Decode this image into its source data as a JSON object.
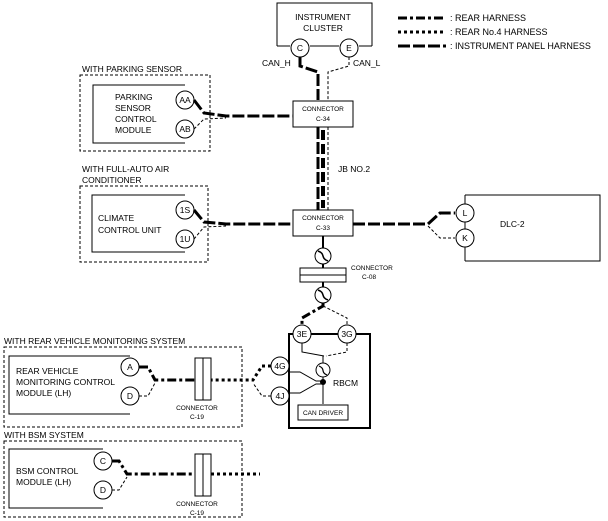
{
  "legend": {
    "rear": ": REAR HARNESS",
    "rear4": ": REAR No.4 HARNESS",
    "panel": ": INSTRUMENT PANEL HARNESS"
  },
  "instrument_cluster": {
    "line1": "INSTRUMENT",
    "line2": "CLUSTER",
    "pin_c": "C",
    "pin_e": "E",
    "can_h": "CAN_H",
    "can_l": "CAN_L"
  },
  "parking": {
    "group": "WITH PARKING SENSOR",
    "line1": "PARKING",
    "line2": "SENSOR",
    "line3": "CONTROL",
    "line4": "MODULE",
    "pin_aa": "AA",
    "pin_ab": "AB"
  },
  "climate": {
    "group1": "WITH FULL-AUTO AIR",
    "group2": "CONDITIONER",
    "line1": "CLIMATE",
    "line2": "CONTROL UNIT",
    "pin_1s": "1S",
    "pin_1u": "1U"
  },
  "connectors": {
    "c34_a": "CONNECTOR",
    "c34_b": "C-34",
    "c33_a": "CONNECTOR",
    "c33_b": "C-33",
    "c08_a": "CONNECTOR",
    "c08_b": "C-08",
    "c19a_a": "CONNECTOR",
    "c19a_b": "C-19",
    "c19b_a": "CONNECTOR",
    "c19b_b": "C-19",
    "jb": "JB NO.2"
  },
  "dlc": {
    "label": "DLC-2",
    "pin_l": "L",
    "pin_k": "K"
  },
  "rbcm": {
    "label": "RBCM",
    "pin_3e": "3E",
    "pin_3g": "3G",
    "pin_4g": "4G",
    "pin_4j": "4J",
    "can_driver": "CAN DRIVER"
  },
  "rvm": {
    "group": "WITH REAR VEHICLE MONITORING SYSTEM",
    "line1": "REAR VEHICLE",
    "line2": "MONITORING CONTROL",
    "line3": "MODULE (LH)",
    "pin_a": "A",
    "pin_d": "D"
  },
  "bsm": {
    "group": "WITH BSM SYSTEM",
    "line1": "BSM CONTROL",
    "line2": "MODULE (LH)",
    "pin_c": "C",
    "pin_d": "D"
  }
}
